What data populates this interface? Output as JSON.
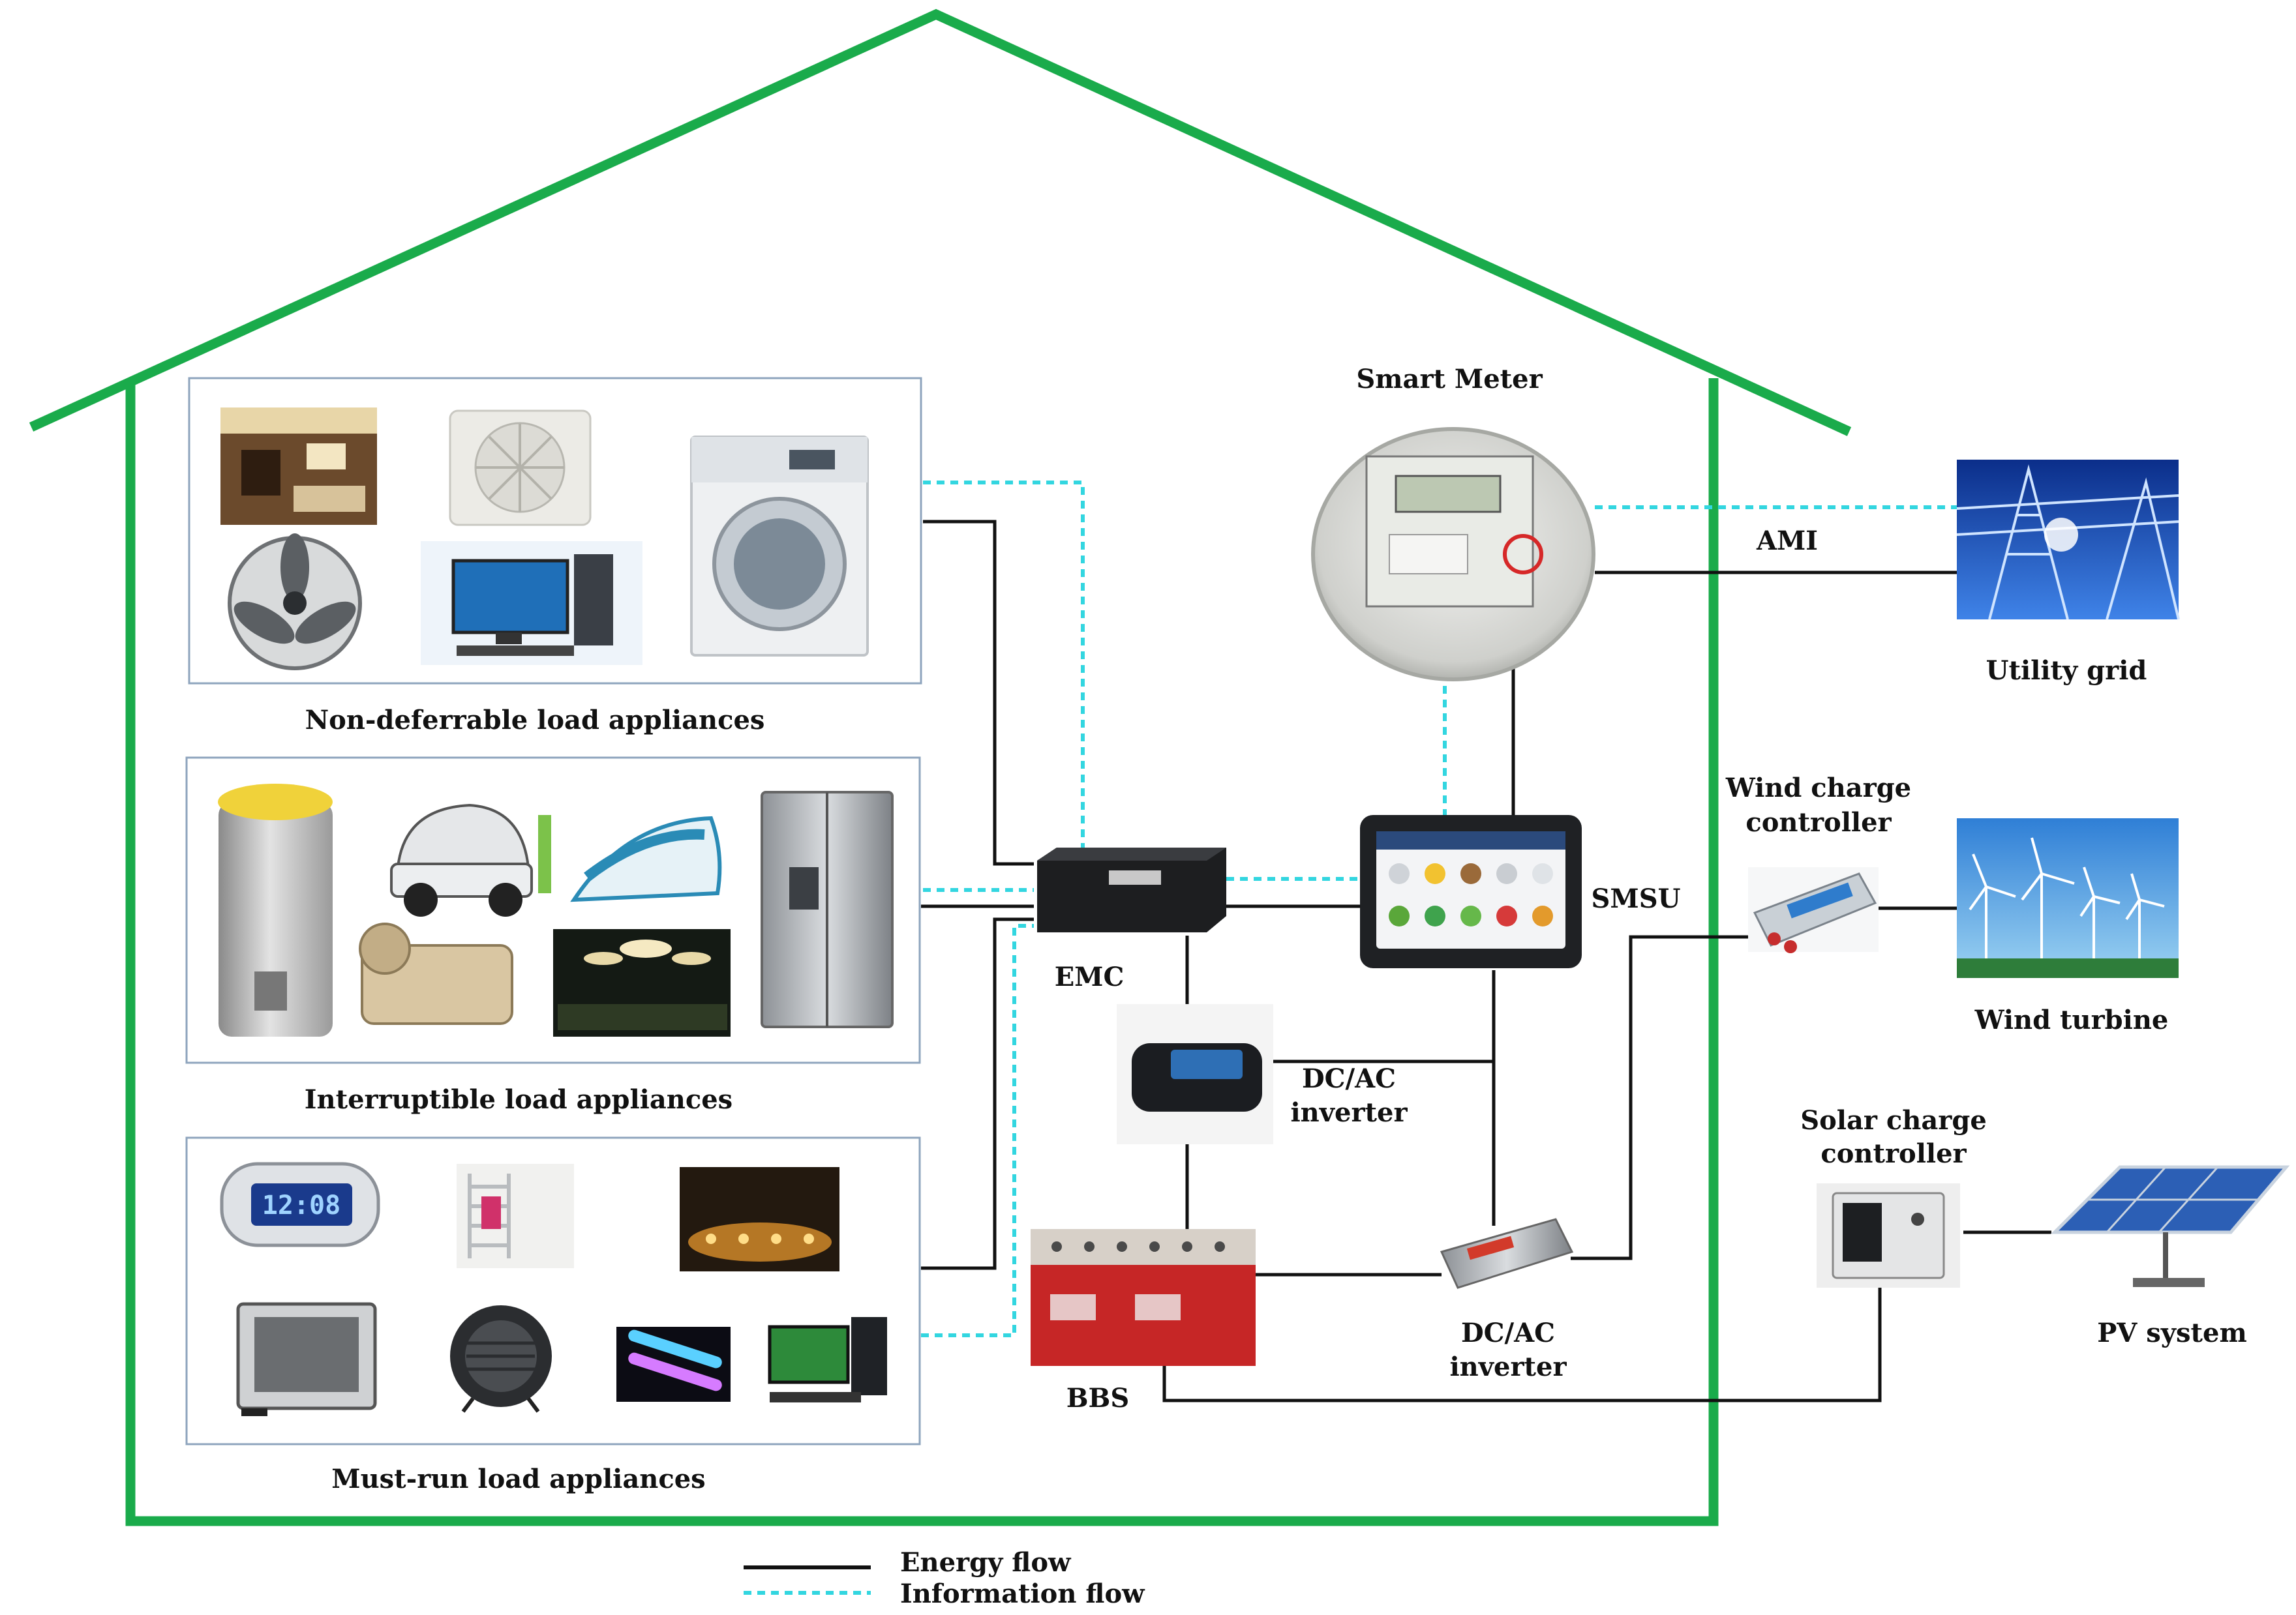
{
  "groups": {
    "non_deferrable": "Non-deferrable load appliances",
    "interruptible": "Interruptible load appliances",
    "must_run": "Must-run load appliances"
  },
  "components": {
    "smart_meter": "Smart Meter",
    "ami": "AMI",
    "utility_grid": "Utility grid",
    "wind_charge_controller": [
      "Wind charge",
      "controller"
    ],
    "wind_turbine": "Wind turbine",
    "solar_charge_controller": [
      "Solar charge",
      "controller"
    ],
    "pv_system": "PV system",
    "smsu": "SMSU",
    "emc": "EMC",
    "dc_ac_inverter_1": [
      "DC/AC",
      "inverter"
    ],
    "dc_ac_inverter_2": [
      "DC/AC",
      "inverter"
    ],
    "bbs": "BBS"
  },
  "legend": {
    "energy_flow": "Energy flow",
    "information_flow": "Information flow"
  },
  "colors": {
    "house_outline": "#1aab4b",
    "energy_flow": "#111111",
    "information_flow": "#33d6e0"
  }
}
